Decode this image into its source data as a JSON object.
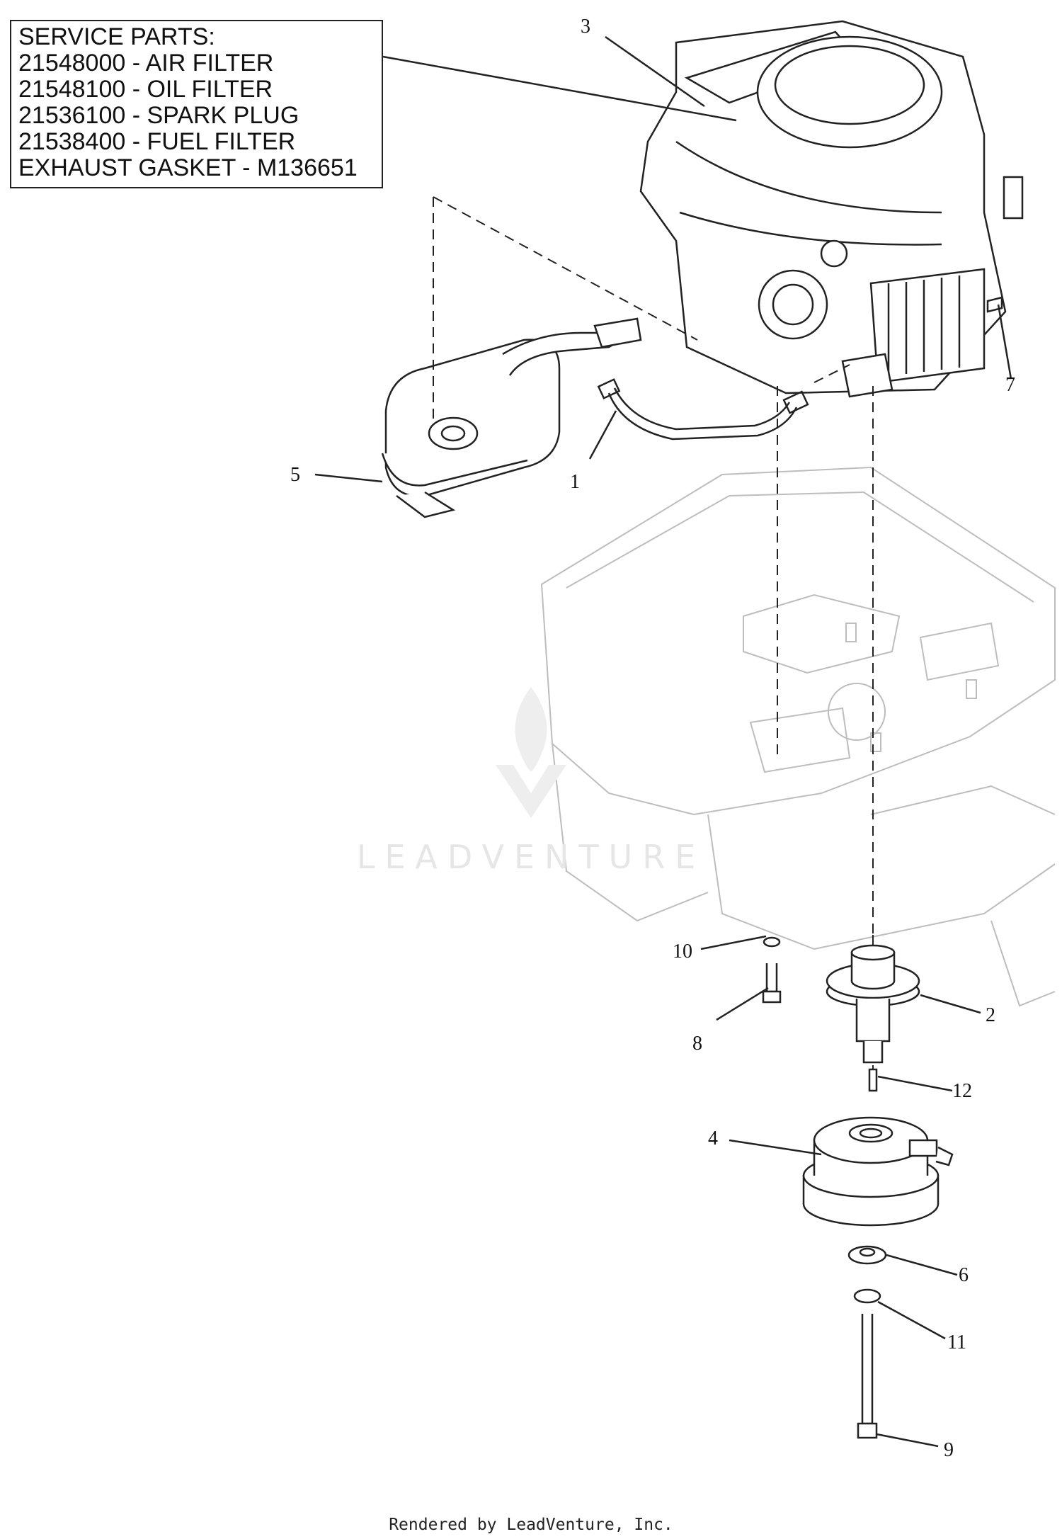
{
  "service_parts": {
    "heading": "SERVICE PARTS:",
    "lines": [
      "21548000 - AIR FILTER",
      "21548100 - OIL FILTER",
      "21536100 - SPARK PLUG",
      "21538400 - FUEL FILTER",
      "EXHAUST GASKET - M136651"
    ]
  },
  "callouts": {
    "c1": "1",
    "c2": "2",
    "c3": "3",
    "c4": "4",
    "c5": "5",
    "c6": "6",
    "c7": "7",
    "c8": "8",
    "c9": "9",
    "c10": "10",
    "c11": "11",
    "c12": "12"
  },
  "watermark": "LEADVENTURE",
  "footer": "Rendered by LeadVenture, Inc.",
  "colors": {
    "line": "#222222",
    "frame": "#bdbdbd",
    "watermark": "#e6e6e6"
  }
}
